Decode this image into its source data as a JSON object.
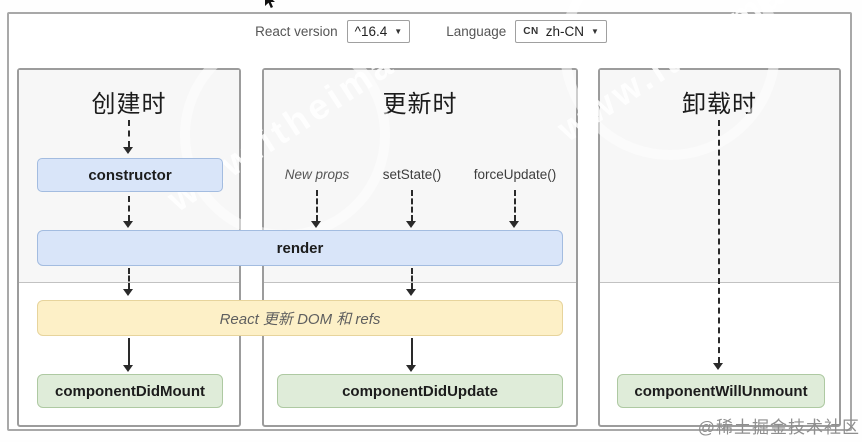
{
  "header": {
    "react_version_label": "React version",
    "react_version_value": "^16.4",
    "language_label": "Language",
    "language_code": "CN",
    "language_value": "zh-CN",
    "caret": "▼"
  },
  "columns": [
    {
      "id": "mounting",
      "title": "创建时"
    },
    {
      "id": "updating",
      "title": "更新时"
    },
    {
      "id": "unmounting",
      "title": "卸载时"
    }
  ],
  "updating_triggers": {
    "new_props": "New props",
    "set_state": "setState()",
    "force_update": "forceUpdate()"
  },
  "lifecycle": {
    "constructor": "constructor",
    "render": "render",
    "react_updates_dom": "React 更新 DOM 和 refs",
    "component_did_mount": "componentDidMount",
    "component_did_update": "componentDidUpdate",
    "component_will_unmount": "componentWillUnmount"
  },
  "watermarks": {
    "site": "www.itheima",
    "credit": "@稀土掘金技术社区"
  },
  "colors": {
    "method_box_bg": "#d9e5f9",
    "method_box_border": "#a3bce0",
    "side_effect_bg": "#fdf0c7",
    "side_effect_border": "#e7d49c",
    "commit_box_bg": "#dfecd9",
    "commit_box_border": "#aec9a2",
    "render_phase_bg": "#f7f7f7"
  }
}
